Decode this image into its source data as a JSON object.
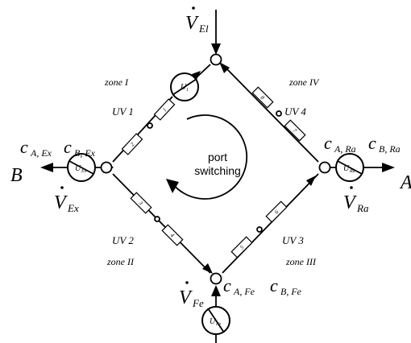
{
  "zones": {
    "zone_1": "zone I",
    "zone_2": "zone II",
    "zone_3": "zone III",
    "zone_4": "zone IV"
  },
  "valves": {
    "uv1": "UV 1",
    "uv2": "UV 2",
    "uv3": "UV 3",
    "uv4": "UV 4"
  },
  "center_label": {
    "line1": "port",
    "line2": "switching"
  },
  "ports": {
    "left": "B",
    "right": "A"
  },
  "streams": {
    "eluent": {
      "symbol": "V",
      "subscript": "El"
    },
    "extract": {
      "symbol": "V",
      "subscript": "Ex"
    },
    "raffinate": {
      "symbol": "V",
      "subscript": "Ra"
    },
    "feed": {
      "symbol": "V",
      "subscript": "Fe"
    }
  },
  "concentrations": {
    "c_a_ex": {
      "symbol": "c",
      "subscript": "A, Ex"
    },
    "c_b_ex": {
      "symbol": "c",
      "subscript": "B, Ex"
    },
    "c_a_ra": {
      "symbol": "c",
      "subscript": "A, Ra"
    },
    "c_b_ra": {
      "symbol": "c",
      "subscript": "B, Ra"
    },
    "c_a_fe": {
      "symbol": "c",
      "subscript": "A, Fe"
    },
    "c_b_fe": {
      "symbol": "c",
      "subscript": "B, Fe"
    }
  },
  "pumps": {
    "u1": {
      "symbol": "U",
      "subscript": "1"
    },
    "u_ex": {
      "symbol": "U",
      "subscript": "Ex"
    },
    "u_ra": {
      "symbol": "U",
      "subscript": "Ra"
    },
    "u_fe": {
      "symbol": "U",
      "subscript": "Fe"
    }
  },
  "columns": [
    "1",
    "2",
    "3",
    "4",
    "5",
    "6",
    "7",
    "8"
  ]
}
